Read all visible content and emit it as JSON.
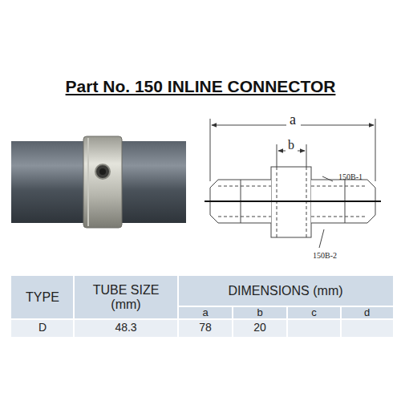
{
  "diagram": {
    "title": "Part No. 150 INLINE CONNECTOR",
    "labels": [
      "a",
      "b",
      "150B-1",
      "150B-2",
      "TYPE",
      "TUBE SIZE (mm)",
      "DIMENSIONS (mm)",
      "a",
      "b",
      "c",
      "d",
      "D",
      "48.3",
      "78",
      "20"
    ]
  }
}
